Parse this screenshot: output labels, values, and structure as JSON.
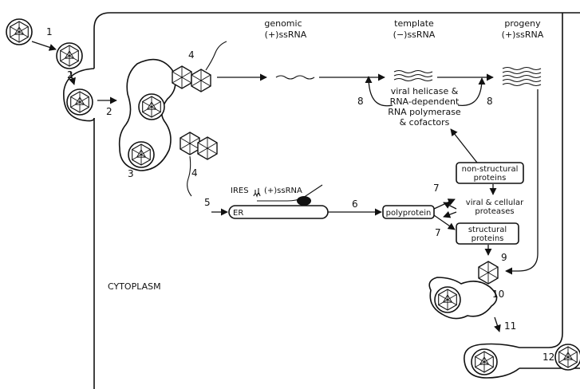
{
  "labels": {
    "genomic": "genomic",
    "genomic_type": "(+)ssRNA",
    "template": "template",
    "template_type": "(−)ssRNA",
    "progeny": "progeny",
    "progeny_type": "(+)ssRNA",
    "enzymes": [
      "viral helicase &",
      "RNA-dependent",
      "RNA polymerase",
      "& cofactors"
    ],
    "nonstructural": [
      "non-structural",
      "proteins"
    ],
    "proteases": [
      "viral & cellular",
      "proteases"
    ],
    "structural": [
      "structural",
      "proteins"
    ],
    "polyprotein": "polyprotein",
    "er": "ER",
    "ires": "IRES",
    "rna_label": "(+)ssRNA",
    "cytoplasm": "CYTOPLASM"
  },
  "steps": [
    "1",
    "2",
    "2",
    "3",
    "4",
    "4",
    "5",
    "6",
    "7",
    "7",
    "8",
    "8",
    "9",
    "10",
    "11",
    "12"
  ]
}
